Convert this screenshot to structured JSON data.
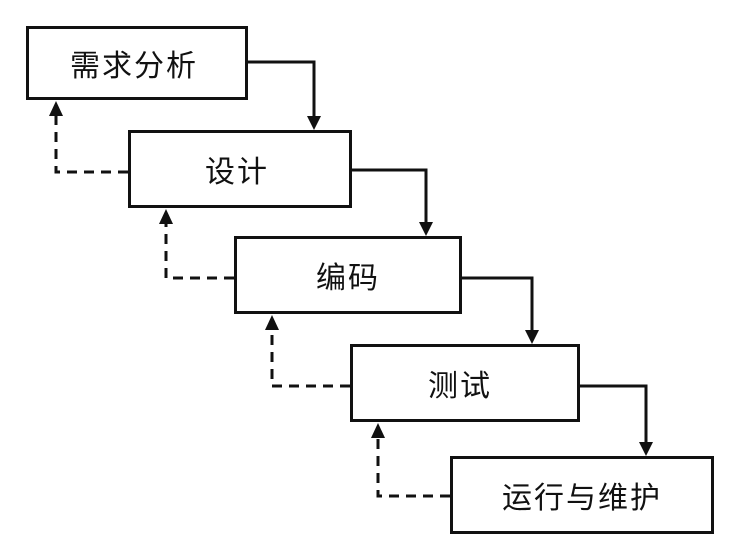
{
  "diagram": {
    "steps": [
      {
        "label": "需求分析"
      },
      {
        "label": "设计"
      },
      {
        "label": "编码"
      },
      {
        "label": "测试"
      },
      {
        "label": "运行与维护"
      }
    ],
    "forward_arrow_style": "solid",
    "feedback_arrow_style": "dashed",
    "line_color": "#111111"
  }
}
